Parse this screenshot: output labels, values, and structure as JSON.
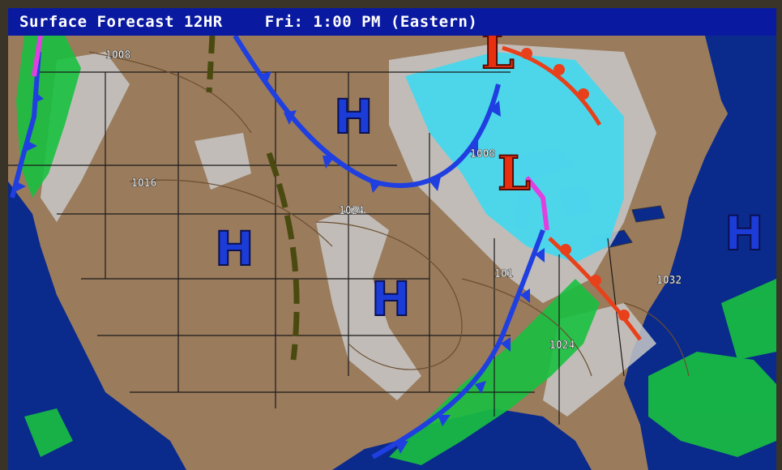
{
  "header": {
    "product": "Surface Forecast 12HR",
    "valid_time": "Fri: 1:00 PM (Eastern)"
  },
  "pressure_centers": [
    {
      "type": "H",
      "label": "H",
      "color": "#1c3cd8"
    },
    {
      "type": "H",
      "label": "H",
      "color": "#1c3cd8"
    },
    {
      "type": "H",
      "label": "H",
      "color": "#1c3cd8"
    },
    {
      "type": "H",
      "label": "H",
      "color": "#1c3cd8"
    },
    {
      "type": "L",
      "label": "L",
      "color": "#e83010"
    },
    {
      "type": "L",
      "label": "L",
      "color": "#e83010"
    }
  ],
  "isobar_labels": [
    "1008",
    "1016",
    "1024",
    "1008",
    "101",
    "1032",
    "1024"
  ],
  "fronts": [
    {
      "type": "cold",
      "color": "#1f3fe0"
    },
    {
      "type": "cold",
      "color": "#1f3fe0"
    },
    {
      "type": "cold",
      "color": "#1f3fe0"
    },
    {
      "type": "warm",
      "color": "#e8401a"
    },
    {
      "type": "warm",
      "color": "#e8401a"
    },
    {
      "type": "occluded",
      "color": "#e040e0"
    },
    {
      "type": "trough",
      "color": "#4a4a10"
    },
    {
      "type": "trough",
      "color": "#4a4a10"
    }
  ],
  "colors": {
    "land": "#9a7b5c",
    "ocean": "#0a2a8c",
    "rain": "#18c040",
    "snow": "#40d8f0",
    "clouds": "#c8c8c8",
    "title_bar": "#0a1aa0"
  }
}
